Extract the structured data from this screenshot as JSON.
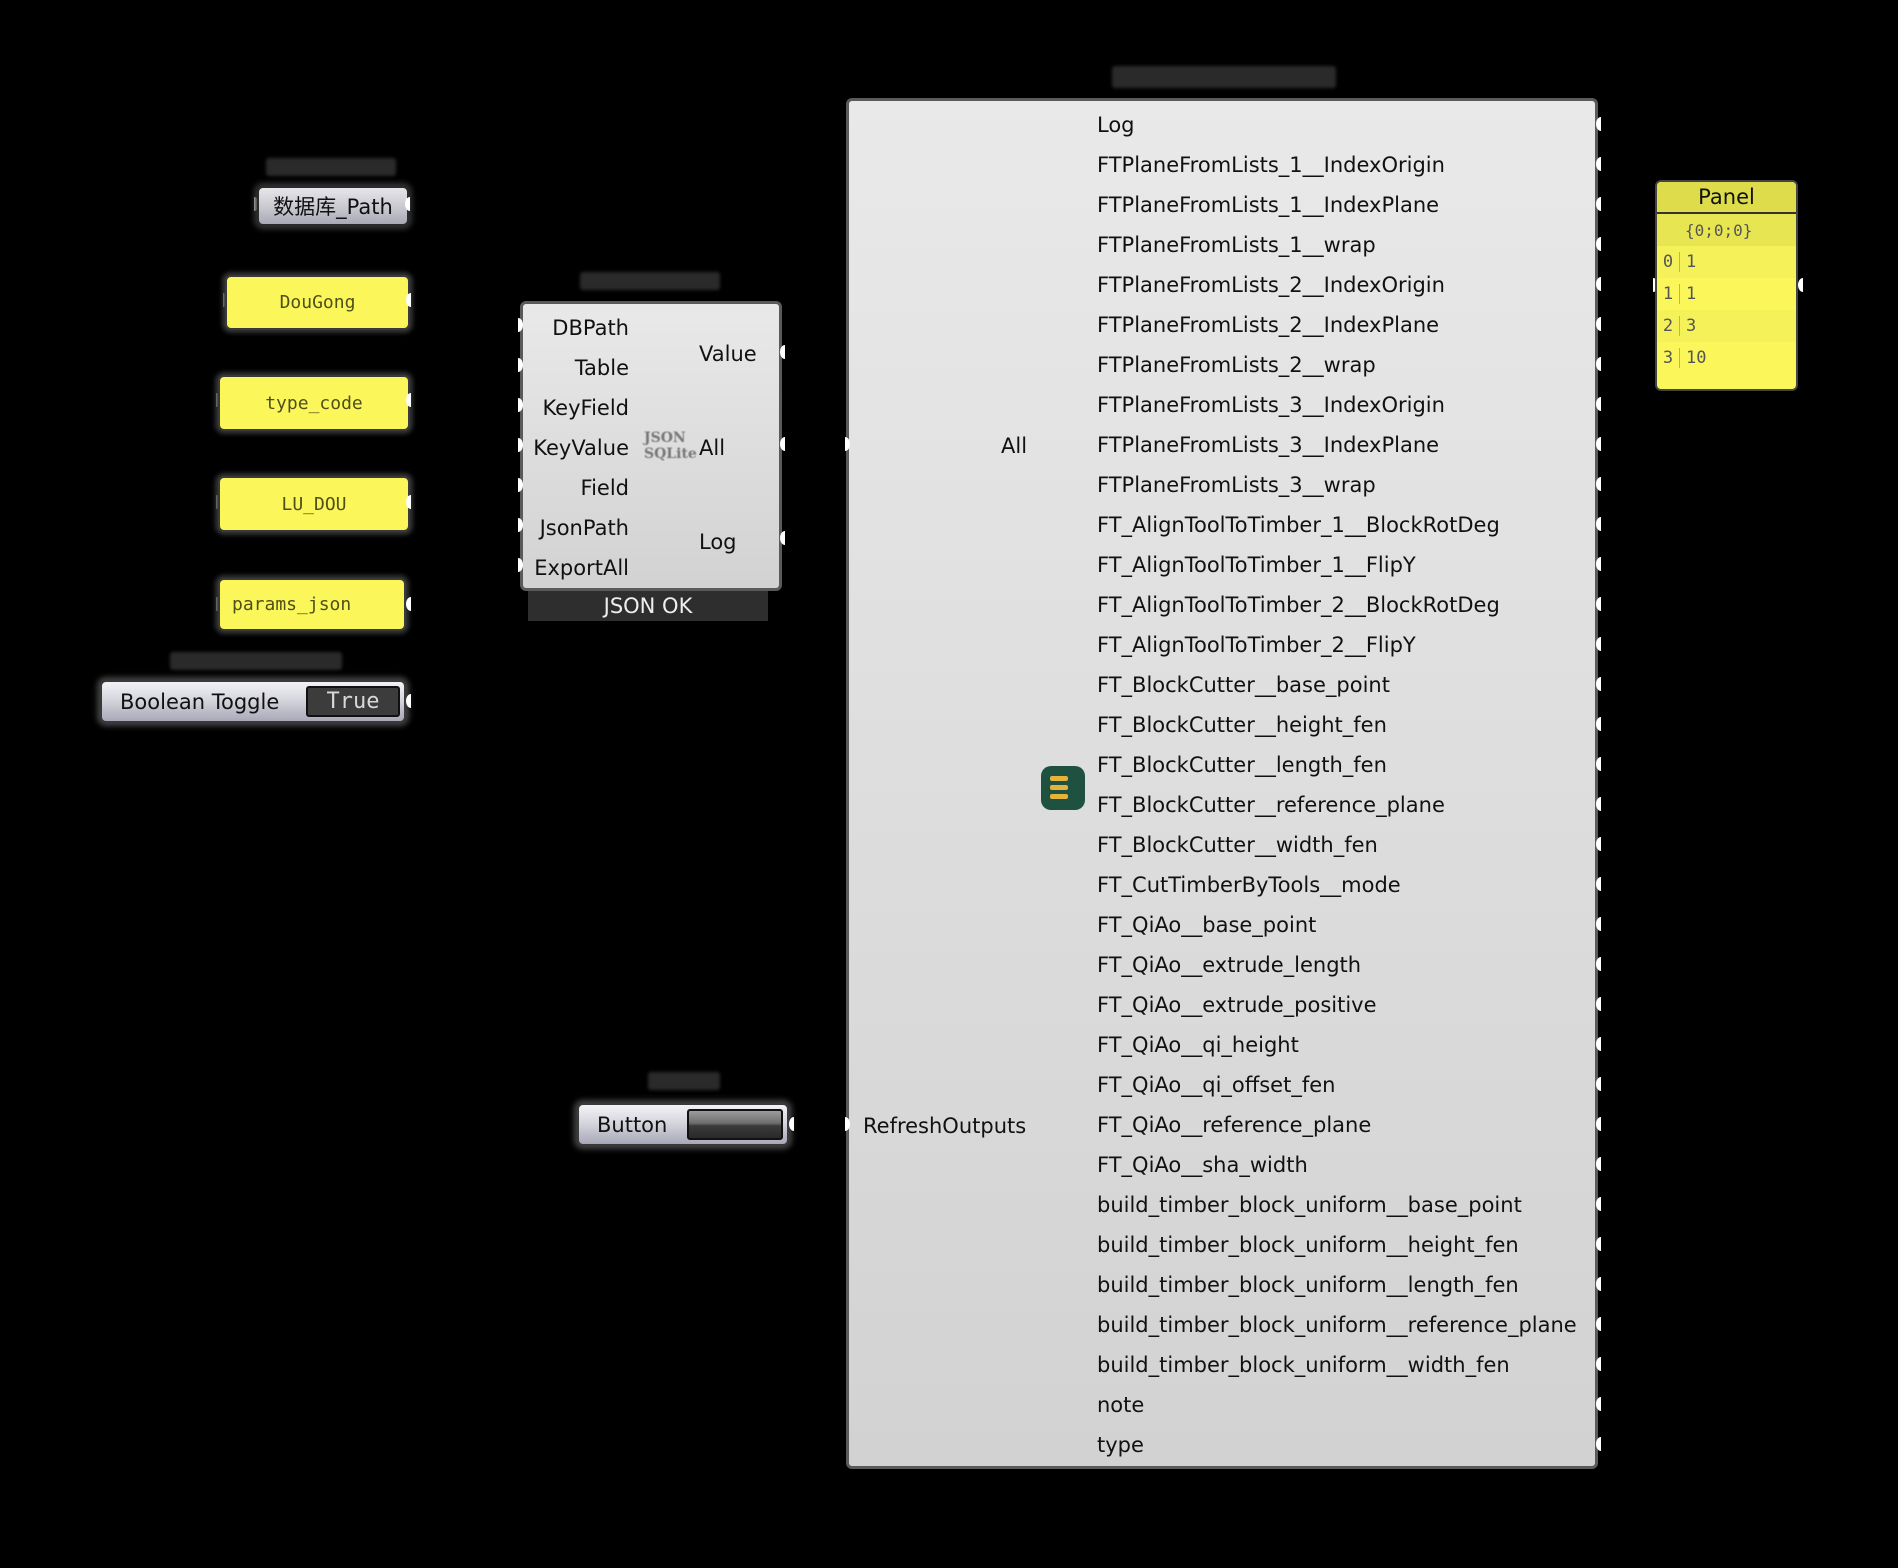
{
  "canvas": {
    "background": "#000000"
  },
  "params": {
    "path": {
      "label": "数据库_Path"
    },
    "dougong": {
      "value": "DouGong"
    },
    "type_code": {
      "value": "type_code"
    },
    "lu_dou": {
      "value": "LU_DOU"
    },
    "params_json": {
      "value": "params_json"
    },
    "toggle": {
      "label": "Boolean Toggle",
      "value": "True"
    },
    "button": {
      "label": "Button"
    }
  },
  "json_component": {
    "inputs": [
      "DBPath",
      "Table",
      "KeyField",
      "KeyValue",
      "Field",
      "JsonPath",
      "ExportAll"
    ],
    "outputs": [
      "Value",
      "All",
      "Log"
    ],
    "icon_line1": "JSON",
    "icon_line2": "SQLite",
    "status": "JSON OK"
  },
  "main_component": {
    "inputs": [
      "All",
      "RefreshOutputs"
    ],
    "outputs": [
      "Log",
      "FTPlaneFromLists_1__IndexOrigin",
      "FTPlaneFromLists_1__IndexPlane",
      "FTPlaneFromLists_1__wrap",
      "FTPlaneFromLists_2__IndexOrigin",
      "FTPlaneFromLists_2__IndexPlane",
      "FTPlaneFromLists_2__wrap",
      "FTPlaneFromLists_3__IndexOrigin",
      "FTPlaneFromLists_3__IndexPlane",
      "FTPlaneFromLists_3__wrap",
      "FT_AlignToolToTimber_1__BlockRotDeg",
      "FT_AlignToolToTimber_1__FlipY",
      "FT_AlignToolToTimber_2__BlockRotDeg",
      "FT_AlignToolToTimber_2__FlipY",
      "FT_BlockCutter__base_point",
      "FT_BlockCutter__height_fen",
      "FT_BlockCutter__length_fen",
      "FT_BlockCutter__reference_plane",
      "FT_BlockCutter__width_fen",
      "FT_CutTimberByTools__mode",
      "FT_QiAo__base_point",
      "FT_QiAo__extrude_length",
      "FT_QiAo__extrude_positive",
      "FT_QiAo__qi_height",
      "FT_QiAo__qi_offset_fen",
      "FT_QiAo__reference_plane",
      "FT_QiAo__sha_width",
      "build_timber_block_uniform__base_point",
      "build_timber_block_uniform__height_fen",
      "build_timber_block_uniform__length_fen",
      "build_timber_block_uniform__reference_plane",
      "build_timber_block_uniform__width_fen",
      "note",
      "type"
    ],
    "icon": "solver-component-icon"
  },
  "panel": {
    "title": "Panel",
    "path": "{0;0;0}",
    "rows": [
      {
        "index": "0",
        "value": "1"
      },
      {
        "index": "1",
        "value": "1"
      },
      {
        "index": "2",
        "value": "3"
      },
      {
        "index": "3",
        "value": "10"
      }
    ]
  },
  "colors": {
    "panel_yellow": "#fbf75a",
    "component_gray": "#d8d8d8",
    "icon_green": "#1f5140",
    "icon_orange": "#e3b33c"
  }
}
